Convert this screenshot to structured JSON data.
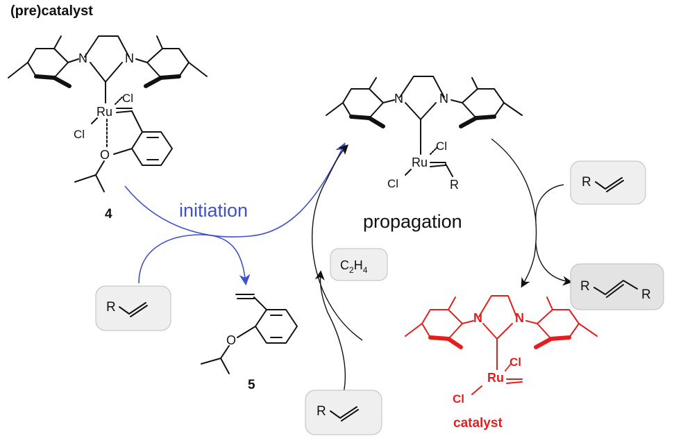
{
  "labels": {
    "precatalyst": "(pre)catalyst",
    "compound_4": "4",
    "compound_5": "5",
    "initiation": "initiation",
    "propagation": "propagation",
    "catalyst": "catalyst"
  },
  "atoms": {
    "N": "N",
    "Ru": "Ru",
    "Cl": "Cl",
    "O": "O",
    "R": "R"
  },
  "ethylene": {
    "prefix": "C",
    "sub1": "2",
    "mid": "H",
    "sub2": "4"
  },
  "colors": {
    "initiation": "#3f51c9",
    "catalyst": "#e41d1d",
    "box_fill": "#efefef",
    "arrow": "#111111"
  }
}
